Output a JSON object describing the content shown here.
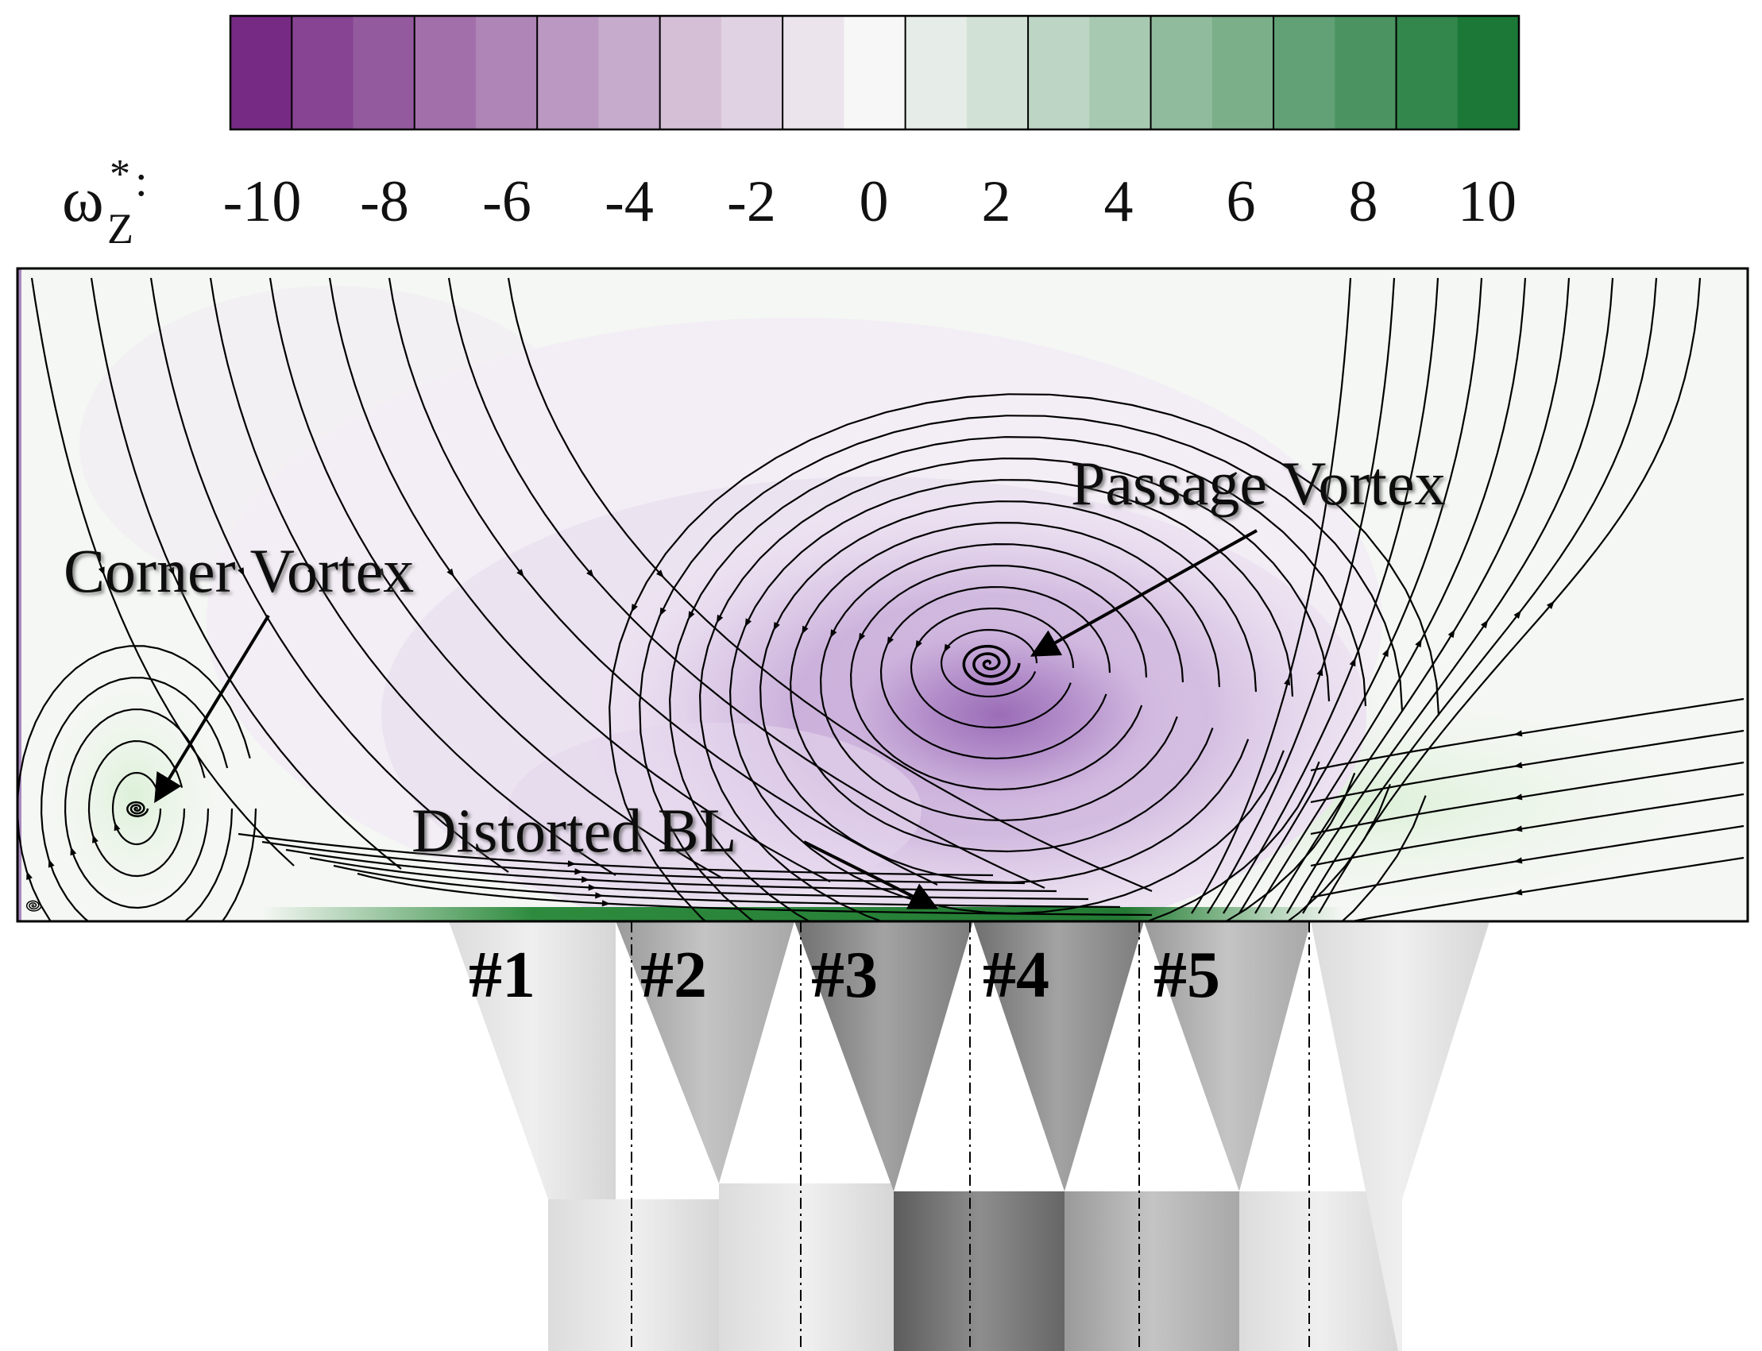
{
  "colorbar": {
    "variable_symbol": "ω",
    "variable_subscript": "Z",
    "variable_superscript": "*",
    "separator": ":",
    "ticks": [
      "-10",
      "-8",
      "-6",
      "-4",
      "-2",
      "0",
      "2",
      "4",
      "6",
      "8",
      "10"
    ],
    "range": [
      -11,
      11
    ],
    "levels": 21,
    "negative_color": "#762a83",
    "zero_color": "#f7f7f7",
    "positive_color": "#1b7837"
  },
  "annotations": {
    "corner_vortex": "Corner Vortex",
    "passage_vortex": "Passage Vortex",
    "distorted_bl": "Distorted BL"
  },
  "holes": [
    "#1",
    "#2",
    "#3",
    "#4",
    "#5"
  ]
}
